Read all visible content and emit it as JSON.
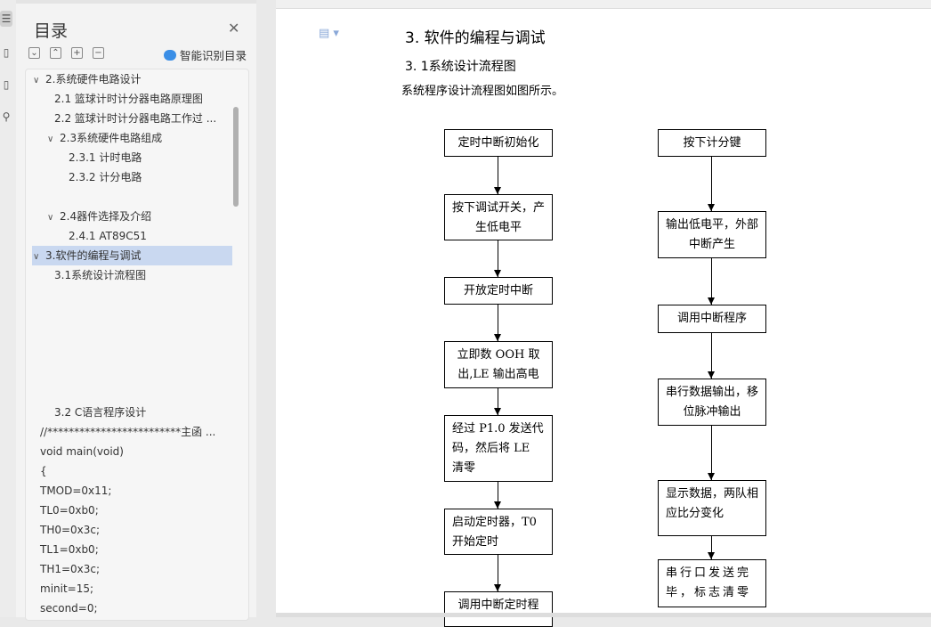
{
  "sidebar": {
    "title": "目录",
    "smart_toc": "智能识别目录",
    "items": [
      "2.系统硬件电路设计",
      "2.1  篮球计时计分器电路原理图",
      "2.2  篮球计时计分器电路工作过 ...",
      "2.3系统硬件电路组成",
      "2.3.1  计时电路",
      "2.3.2  计分电路",
      "2.4器件选择及介绍",
      "2.4.1 AT89C51",
      "3.软件的编程与调试",
      "3.1系统设计流程图",
      "3.2 C语言程序设计",
      "//*************************主函 ...",
      "void main(void)",
      "{",
      "TMOD=0x11;",
      "TL0=0xb0;",
      "TH0=0x3c;",
      "TL1=0xb0;",
      "TH1=0x3c;",
      "minit=15;",
      "second=0;"
    ]
  },
  "document": {
    "heading1": "3. 软件的编程与调试",
    "heading2": "3. 1系统设计流程图",
    "paragraph": "系统程序设计流程图如图所示。",
    "flow_left": [
      "定时中断初始化",
      "按下调试开关，产生低电平",
      "开放定时中断",
      "立即数 OOH 取出,LE 输出高电",
      "经过 P1.0 发送代码，然后将 LE 清零",
      "启动定时器，T0 开始定时",
      "调用中断定时程"
    ],
    "flow_right": [
      "按下计分键",
      "输出低电平，外部中断产生",
      "调用中断程序",
      "串行数据输出，移位脉冲输出",
      "显示数据，两队相应比分变化",
      "串行口发送完毕，标志清零"
    ]
  }
}
